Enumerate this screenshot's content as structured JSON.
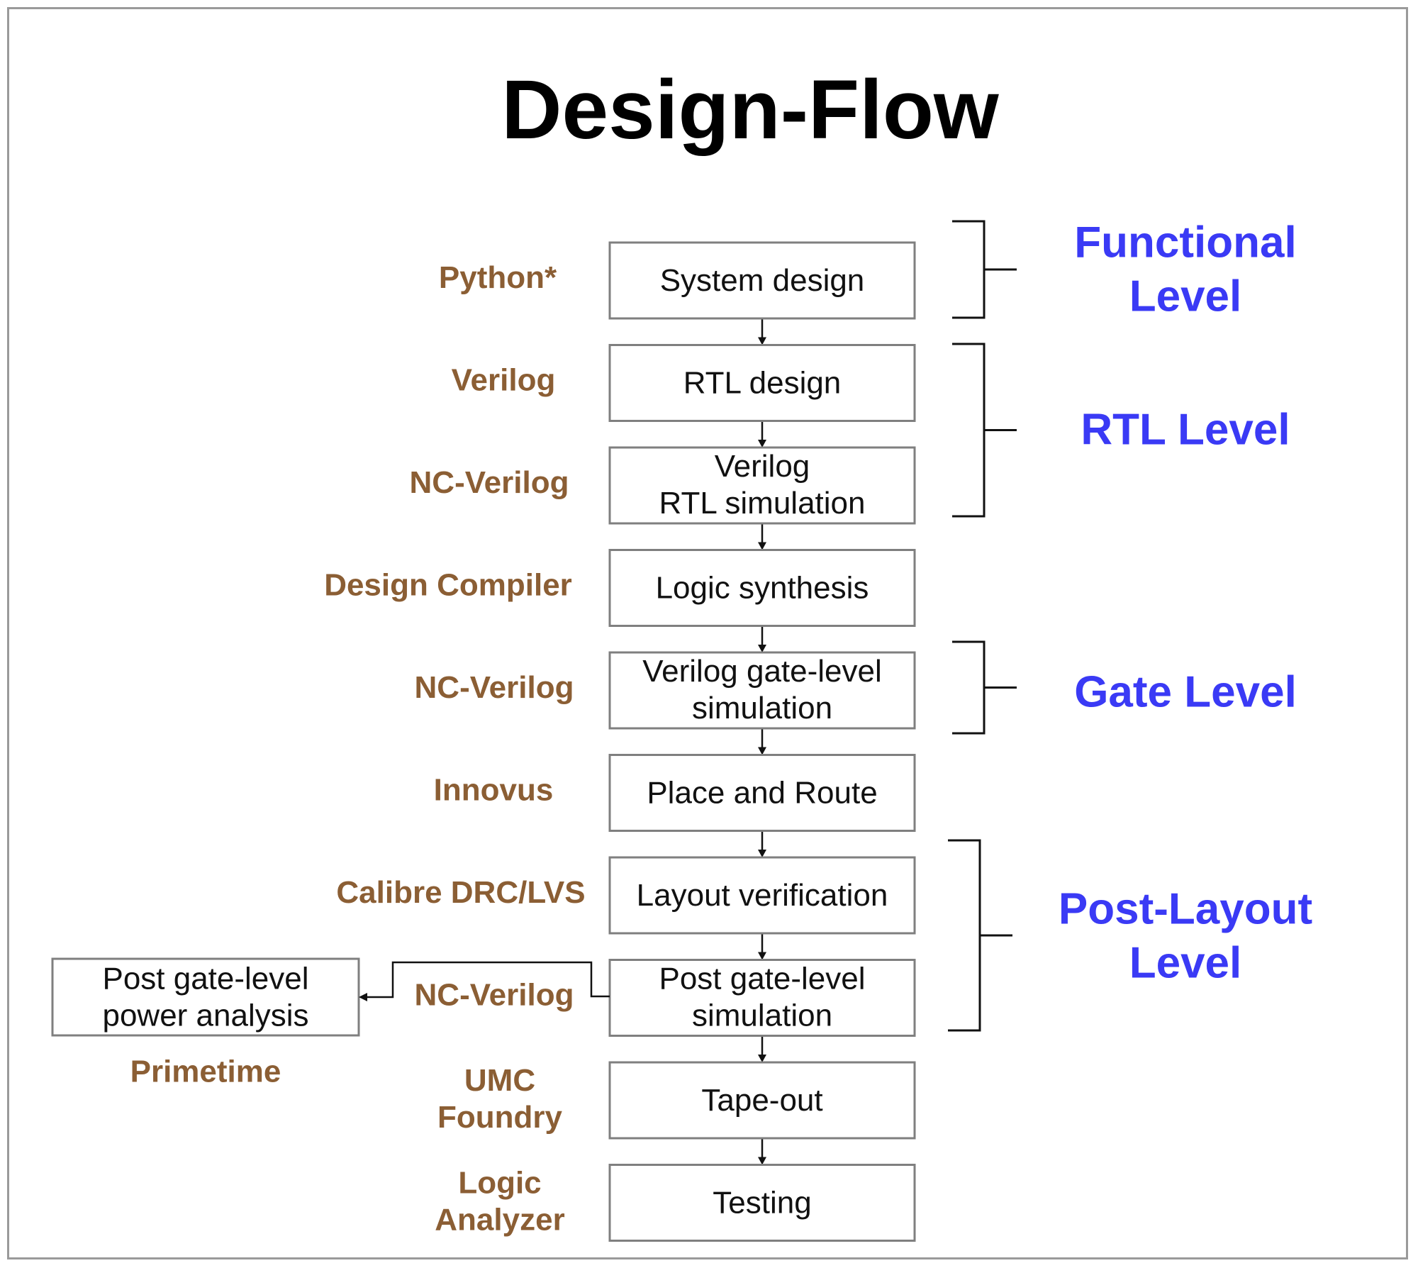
{
  "title": "Design-Flow",
  "steps": [
    {
      "lines": [
        "System design"
      ]
    },
    {
      "lines": [
        "RTL design"
      ]
    },
    {
      "lines": [
        "Verilog",
        "RTL simulation"
      ]
    },
    {
      "lines": [
        "Logic synthesis"
      ]
    },
    {
      "lines": [
        "Verilog gate-level",
        "simulation"
      ]
    },
    {
      "lines": [
        "Place and Route"
      ]
    },
    {
      "lines": [
        "Layout verification"
      ]
    },
    {
      "lines": [
        "Post gate-level",
        "simulation"
      ]
    },
    {
      "lines": [
        "Tape-out"
      ]
    },
    {
      "lines": [
        "Testing"
      ]
    }
  ],
  "tools": [
    {
      "lines": [
        "Python*"
      ]
    },
    {
      "lines": [
        "Verilog"
      ]
    },
    {
      "lines": [
        "NC-Verilog"
      ]
    },
    {
      "lines": [
        "Design Compiler"
      ]
    },
    {
      "lines": [
        "NC-Verilog"
      ]
    },
    {
      "lines": [
        "Innovus"
      ]
    },
    {
      "lines": [
        "Calibre DRC/LVS"
      ]
    },
    {
      "lines": [
        "NC-Verilog"
      ]
    },
    {
      "lines": [
        "UMC",
        "Foundry"
      ]
    },
    {
      "lines": [
        "Logic",
        "Analyzer"
      ]
    }
  ],
  "side_step": {
    "lines": [
      "Post gate-level",
      "power analysis"
    ],
    "tool": "Primetime"
  },
  "levels": [
    {
      "lines": [
        "Functional",
        "Level"
      ]
    },
    {
      "lines": [
        "RTL Level"
      ]
    },
    {
      "lines": [
        "Gate Level"
      ]
    },
    {
      "lines": [
        "Post-Layout",
        "Level"
      ]
    }
  ],
  "colors": {
    "tool_text": "#8b5e34",
    "level_text": "#3a3af5",
    "box_border": "#7f7f7f",
    "frame_border": "#9a9a9a"
  }
}
